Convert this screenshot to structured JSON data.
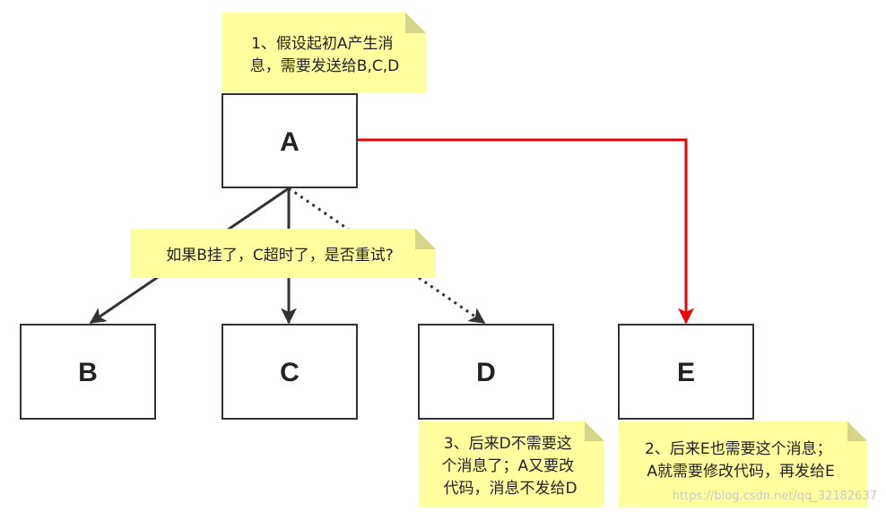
{
  "nodes": {
    "a": "A",
    "b": "B",
    "c": "C",
    "d": "D",
    "e": "E"
  },
  "notes": {
    "note1": {
      "lines": [
        "1、假设起初A产生消",
        "息，需要发送给B,C,D"
      ]
    },
    "note_retry": {
      "lines": [
        "如果B挂了，C超时了，是否重试?"
      ]
    },
    "note3": {
      "lines": [
        "3、后来D不需要这",
        "个消息了；A又要改",
        "代码，消息不发给D"
      ]
    },
    "note2": {
      "lines": [
        "2、后来E也需要这个消息；",
        "A就需要修改代码，再发给E"
      ]
    }
  },
  "edges": [
    {
      "from": "A",
      "to": "B",
      "style": "solid",
      "color": "#333333"
    },
    {
      "from": "A",
      "to": "C",
      "style": "solid",
      "color": "#333333"
    },
    {
      "from": "A",
      "to": "D",
      "style": "dotted",
      "color": "#333333"
    },
    {
      "from": "A",
      "to": "E",
      "style": "solid",
      "color": "#ee0000"
    }
  ],
  "watermark": "https://blog.csdn.net/qq_32182637",
  "colors": {
    "note_fill": "#ffffa0",
    "edge_default": "#333333",
    "edge_highlight": "#ee0000"
  }
}
